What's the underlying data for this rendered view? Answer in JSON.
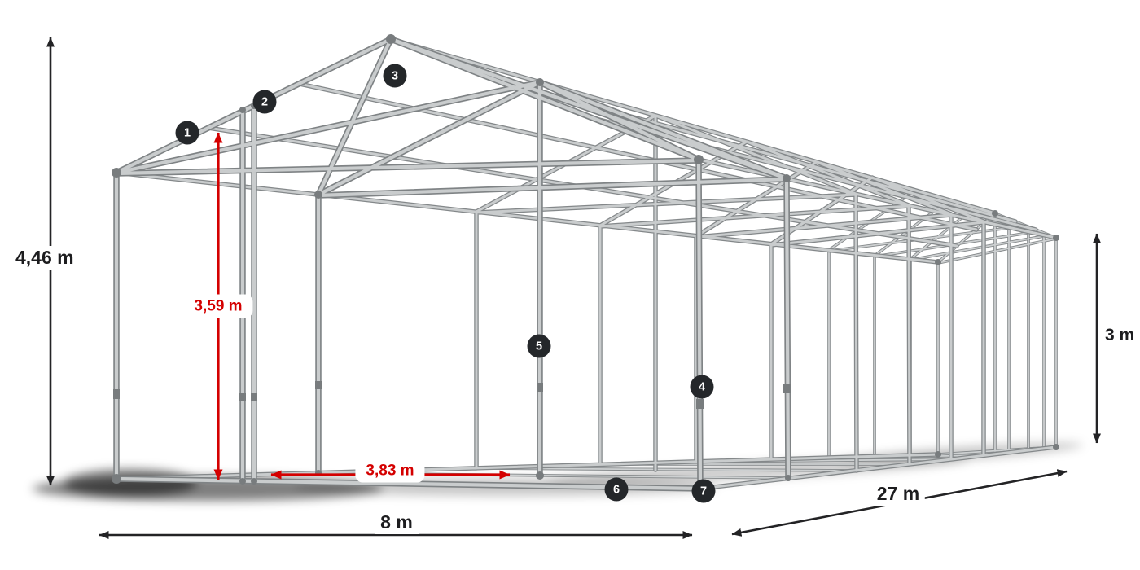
{
  "diagram": {
    "type": "tent-frame-dimension-drawing",
    "dimensions": {
      "total_height": "4,46 m",
      "inner_height": "3,59 m",
      "passage_width": "3,83 m",
      "front_width": "8 m",
      "length": "27 m",
      "side_height": "3 m"
    },
    "markers": [
      "1",
      "2",
      "3",
      "4",
      "5",
      "6",
      "7"
    ],
    "colors": {
      "dimension_red": "#d40000",
      "dimension_black": "#232325",
      "frame_tube_light": "#c9cccd",
      "frame_tube_dark": "#84888a",
      "marker_background": "#24272a",
      "marker_text": "#ffffff",
      "background": "#ffffff"
    }
  }
}
